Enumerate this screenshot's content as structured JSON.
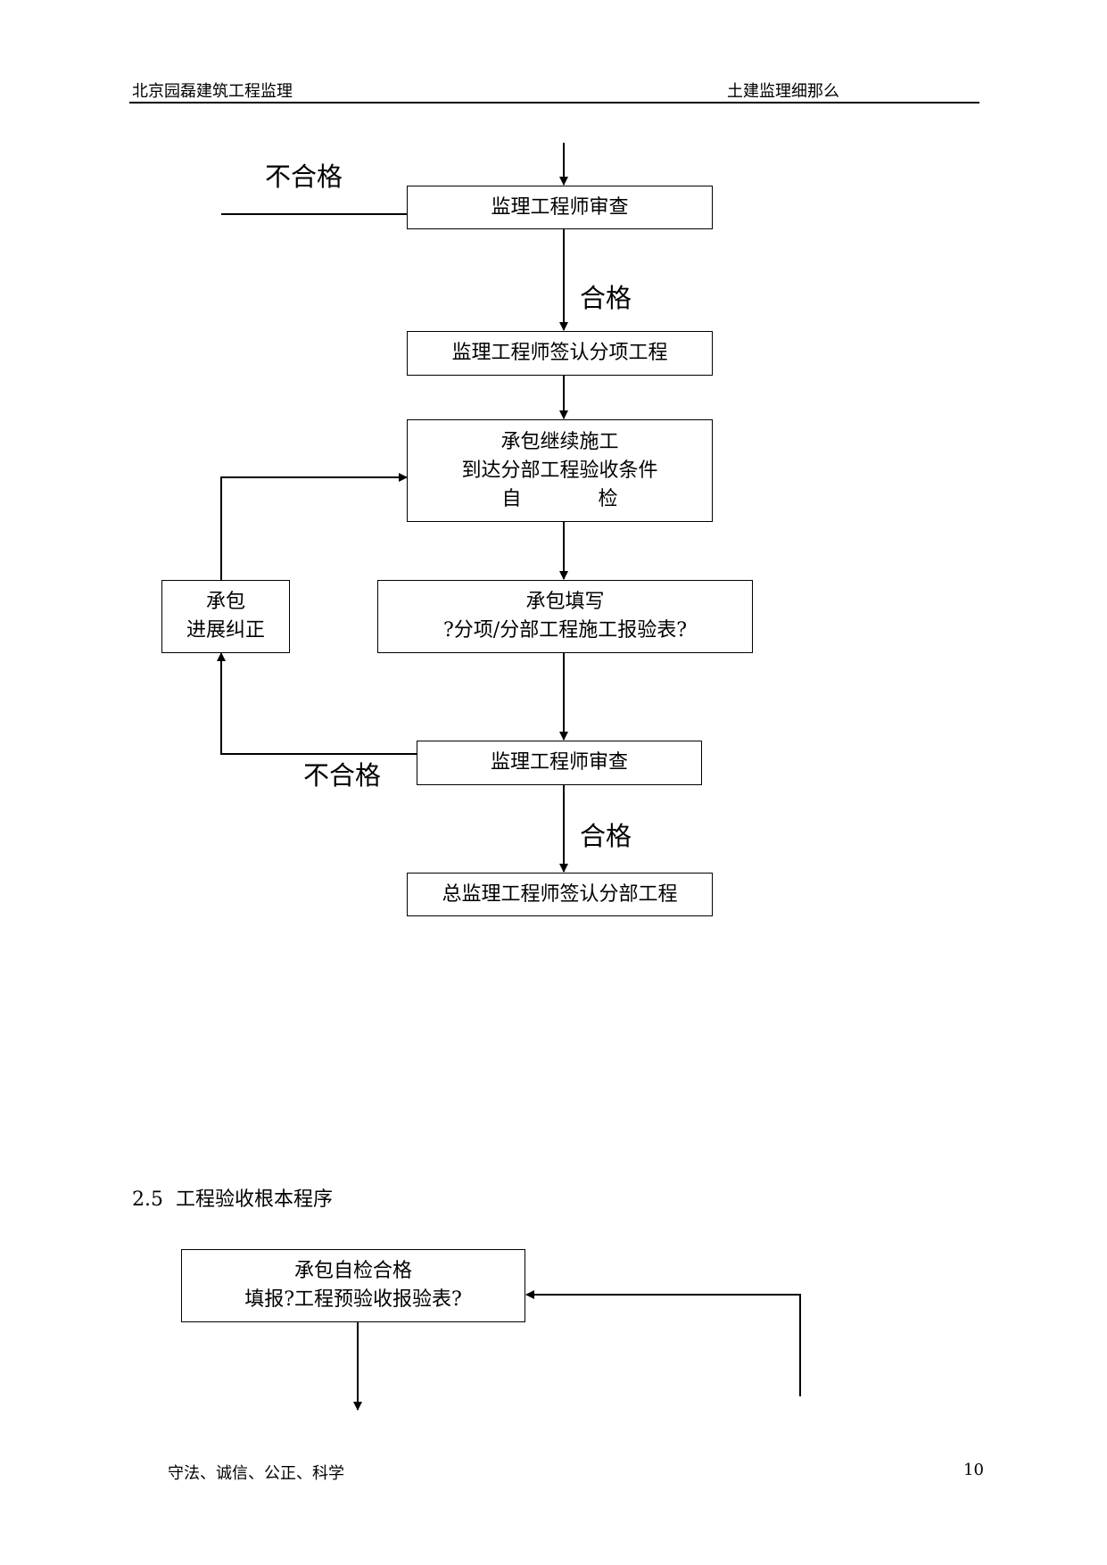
{
  "header": {
    "left": "北京园磊建筑工程监理",
    "right": "土建监理细那么"
  },
  "flow1": {
    "review_1": "监理工程师审查",
    "fail_1": "不合格",
    "pass_1": "合格",
    "sign_item": "监理工程师签认分项工程",
    "continue_lines": [
      "承包继续施工",
      "到达分部工程验收条件",
      "自",
      "检"
    ],
    "correct_lines": [
      "承包",
      "进展纠正"
    ],
    "fill_lines": [
      "承包填写",
      "?分项/分部工程施工报验表?"
    ],
    "review_2": "监理工程师审查",
    "fail_2": "不合格",
    "pass_2": "合格",
    "sign_division": "总监理工程师签认分部工程"
  },
  "section": {
    "number": "2.5",
    "title": "工程验收根本程序"
  },
  "flow2": {
    "self_check_lines": [
      "承包自检合格",
      "填报?工程预验收报验表?"
    ]
  },
  "footer": {
    "motto": "守法、诚信、公正、科学",
    "page_number": "10"
  }
}
